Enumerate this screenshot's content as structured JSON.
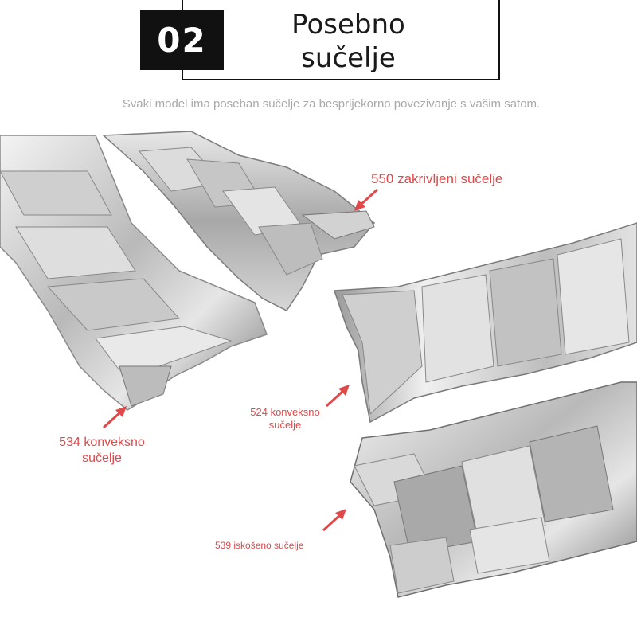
{
  "header": {
    "number": "02",
    "title": "Posebno sučelje",
    "subtitle": "Svaki model ima poseban sučelje za besprijekorno povezivanje s vašim satom."
  },
  "callouts": [
    {
      "label": "550 zakrivljeni sučelje"
    },
    {
      "label": "524 konveksno sučelje"
    },
    {
      "label": "534 konveksno sučelje"
    },
    {
      "label": "539 iskošeno sučelje"
    }
  ],
  "colors": {
    "accent": "#e0484a",
    "dark": "#111111",
    "subtitle": "#a9a9a9",
    "steel_light": "#eeeeee",
    "steel_dark": "#6e6e6e"
  }
}
